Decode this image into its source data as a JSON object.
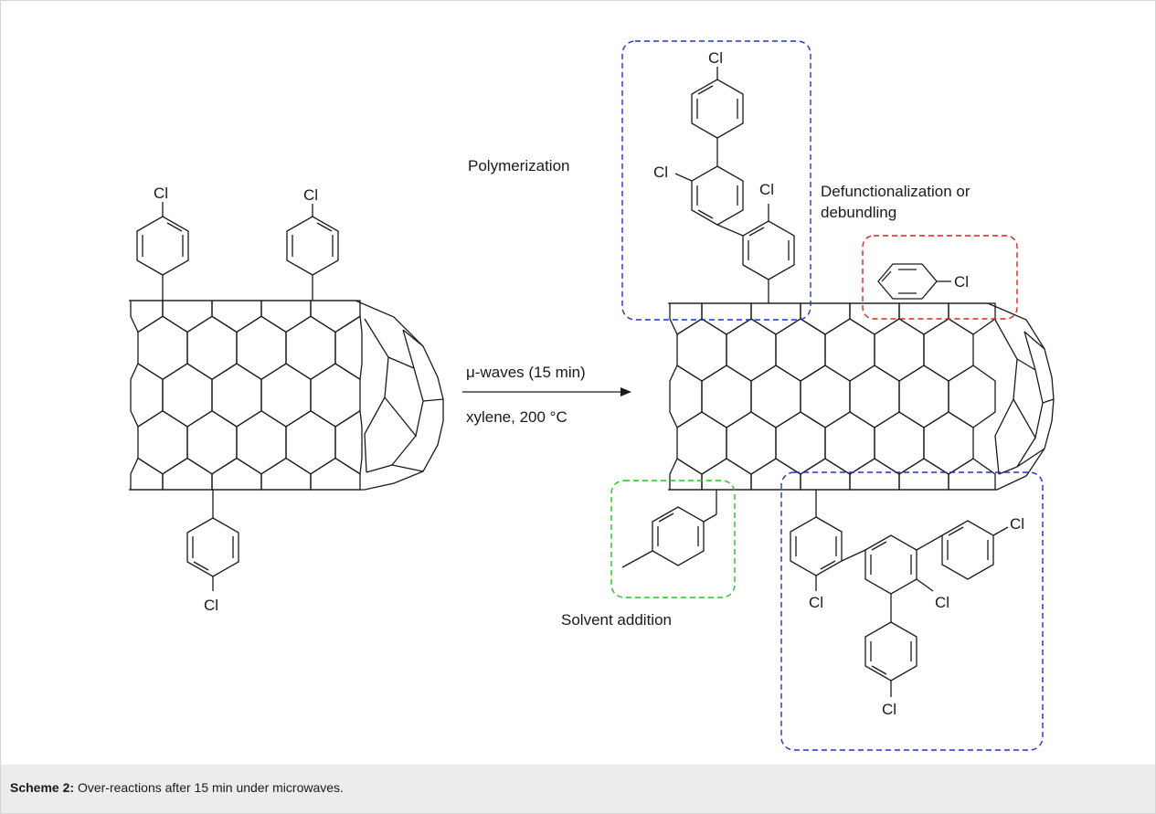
{
  "caption": {
    "label": "Scheme 2:",
    "text": "Over-reactions after 15 min under microwaves."
  },
  "atoms": {
    "chlorine": "Cl"
  },
  "reaction": {
    "conditions_top": "μ-waves (15 min)",
    "conditions_bottom": "xylene, 200 °C"
  },
  "annotations": {
    "polymerization": "Polymerization",
    "defunctionalization_line1": "Defunctionalization or",
    "defunctionalization_line2": "debundling",
    "solvent_addition": "Solvent addition"
  },
  "colors": {
    "polymerization_box": "#1f2fd6",
    "defunctionalization_box": "#e0201f",
    "solvent_box": "#22c322",
    "ink": "#1a1a1a"
  }
}
